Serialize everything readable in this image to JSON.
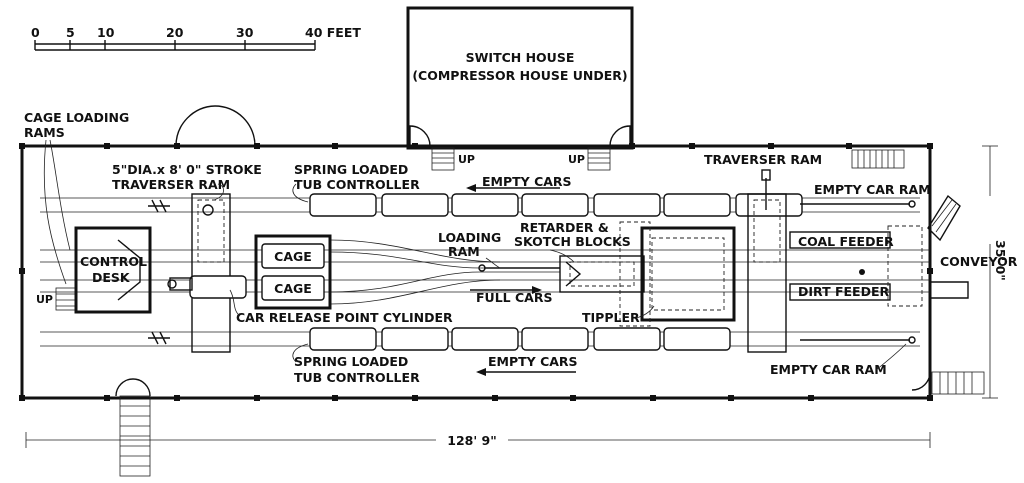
{
  "scale": {
    "ticks": [
      "0",
      "5",
      "10",
      "20",
      "30",
      "40 FEET"
    ]
  },
  "labels": {
    "switch_house_1": "SWITCH HOUSE",
    "switch_house_2": "(COMPRESSOR HOUSE UNDER)",
    "cage_loading_1": "CAGE LOADING",
    "cage_loading_2": "RAMS",
    "traverser_ram_left_1": "5\"DIA.x 8' 0\" STROKE",
    "traverser_ram_left_2": "TRAVERSER RAM",
    "spring_top_1": "SPRING LOADED",
    "spring_top_2": "TUB CONTROLLER",
    "empty_cars_top": "EMPTY CARS",
    "traverser_ram_right": "TRAVERSER RAM",
    "empty_car_ram_top": "EMPTY CAR RAM",
    "control_1": "CONTROL",
    "control_2": "DESK",
    "cage_1": "CAGE",
    "cage_2": "CAGE",
    "loading_1": "LOADING",
    "loading_2": "RAM",
    "retarder_1": "RETARDER &",
    "retarder_2": "SKOTCH BLOCKS",
    "coal_feeder": "COAL FEEDER",
    "conveyor": "CONVEYOR",
    "dirt_feeder": "DIRT FEEDER",
    "full_cars": "FULL CARS",
    "car_release": "CAR RELEASE POINT CYLINDER",
    "tippler": "TIPPLER",
    "spring_bottom_1": "SPRING LOADED",
    "spring_bottom_2": "TUB CONTROLLER",
    "empty_cars_bottom": "EMPTY CARS",
    "empty_car_ram_bottom": "EMPTY CAR RAM",
    "up_left": "UP",
    "up_sh_left": "UP",
    "up_sh_right": "UP",
    "overall_length": "128' 9\"",
    "overall_width": "35' 0\""
  }
}
